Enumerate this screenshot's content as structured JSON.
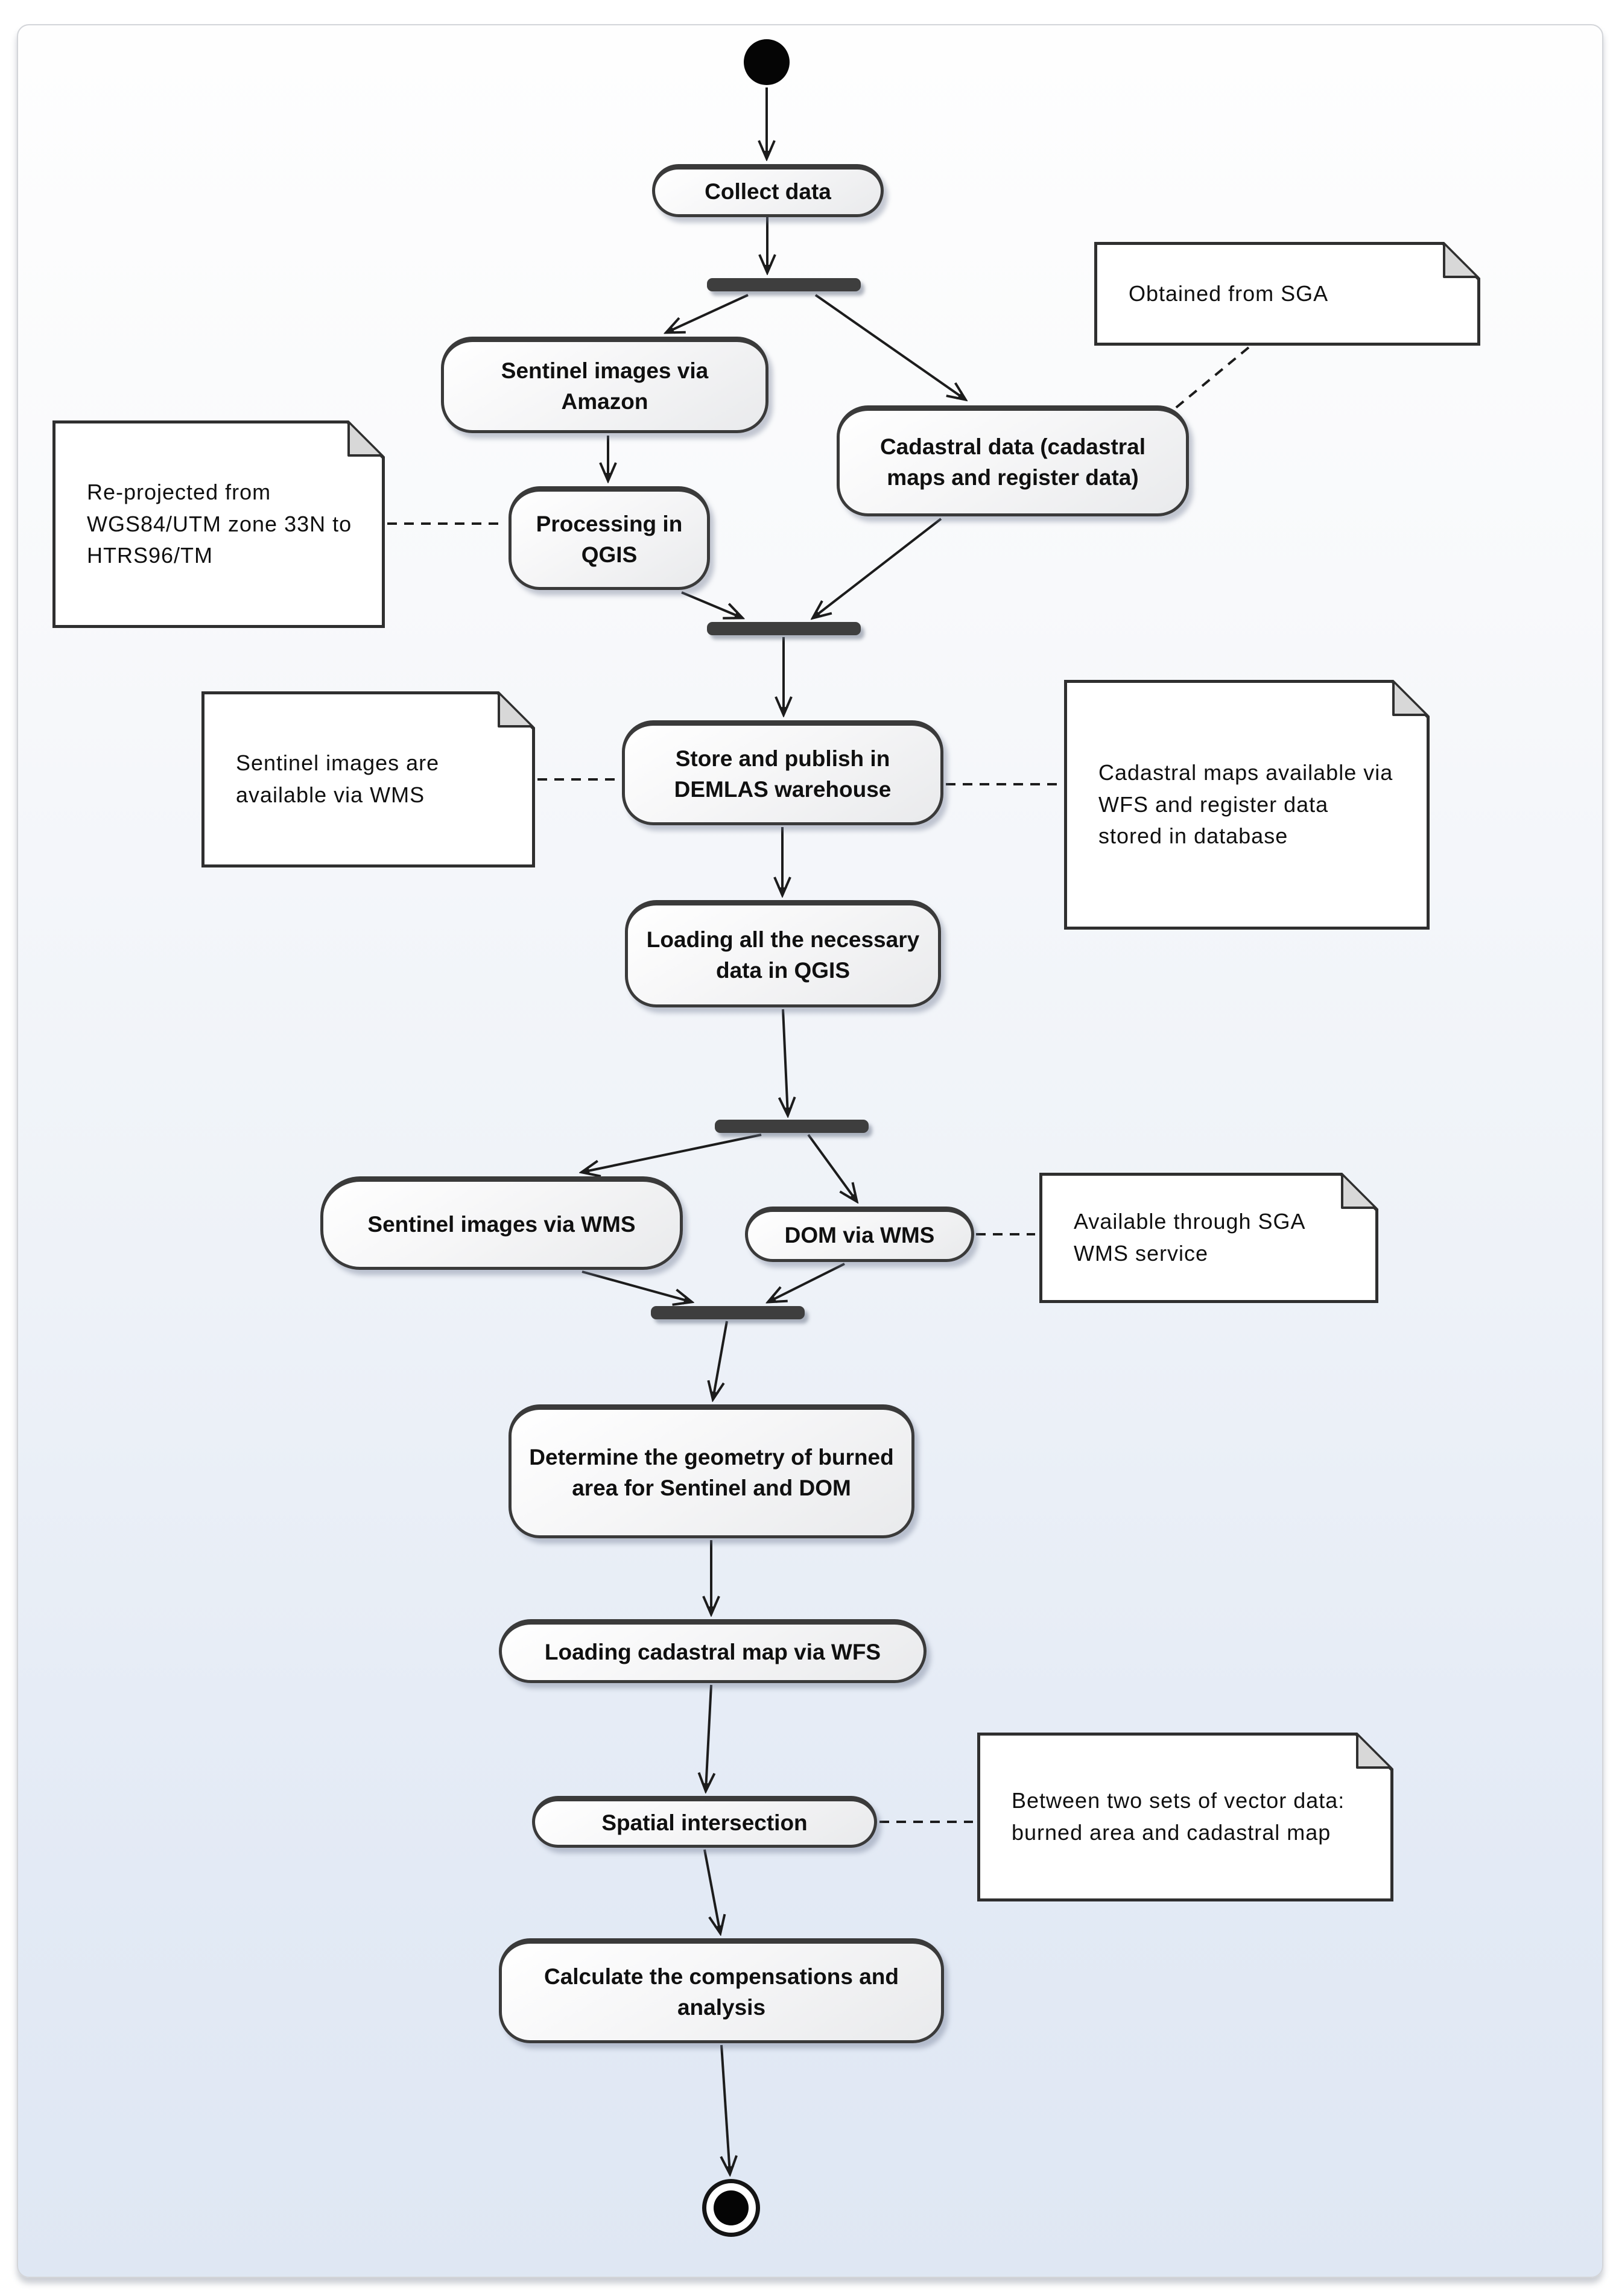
{
  "diagram": {
    "activities": {
      "collect": "Collect data",
      "sentinel_amazon": "Sentinel images via Amazon",
      "cadastral_data": "Cadastral data (cadastral maps and register data)",
      "processing_qgis": "Processing in QGIS",
      "store_publish": "Store and publish in DEMLAS warehouse",
      "loading_all": "Loading all the necessary data in QGIS",
      "sentinel_wms": "Sentinel images via WMS",
      "dom_wms": "DOM via WMS",
      "determine_geometry": "Determine the geometry of burned area for Sentinel and DOM",
      "loading_cadastral": "Loading cadastral map via WFS",
      "spatial_intersection": "Spatial intersection",
      "calculate": "Calculate the compensations and analysis"
    },
    "notes": {
      "obtained_sga": "Obtained from SGA",
      "reprojected": "Re-projected from WGS84/UTM zone 33N to HTRS96/TM",
      "sentinel_available_wms": "Sentinel images are available via WMS",
      "cadastral_wfs_db": "Cadastral maps available via WFS and register data stored in database",
      "available_sga_wms": "Available through SGA WMS service",
      "between_two_sets": "Between two sets of vector data: burned area and cadastral map"
    },
    "colors": {
      "node_border": "#3a3a3a",
      "sync_bar": "#3e3e3e",
      "note_fill": "#ffffff",
      "note_fold": "#d8d8d8",
      "connector": "#1c1c1c",
      "canvas_top": "#fefefe",
      "canvas_bottom": "#dfe7f3"
    }
  }
}
